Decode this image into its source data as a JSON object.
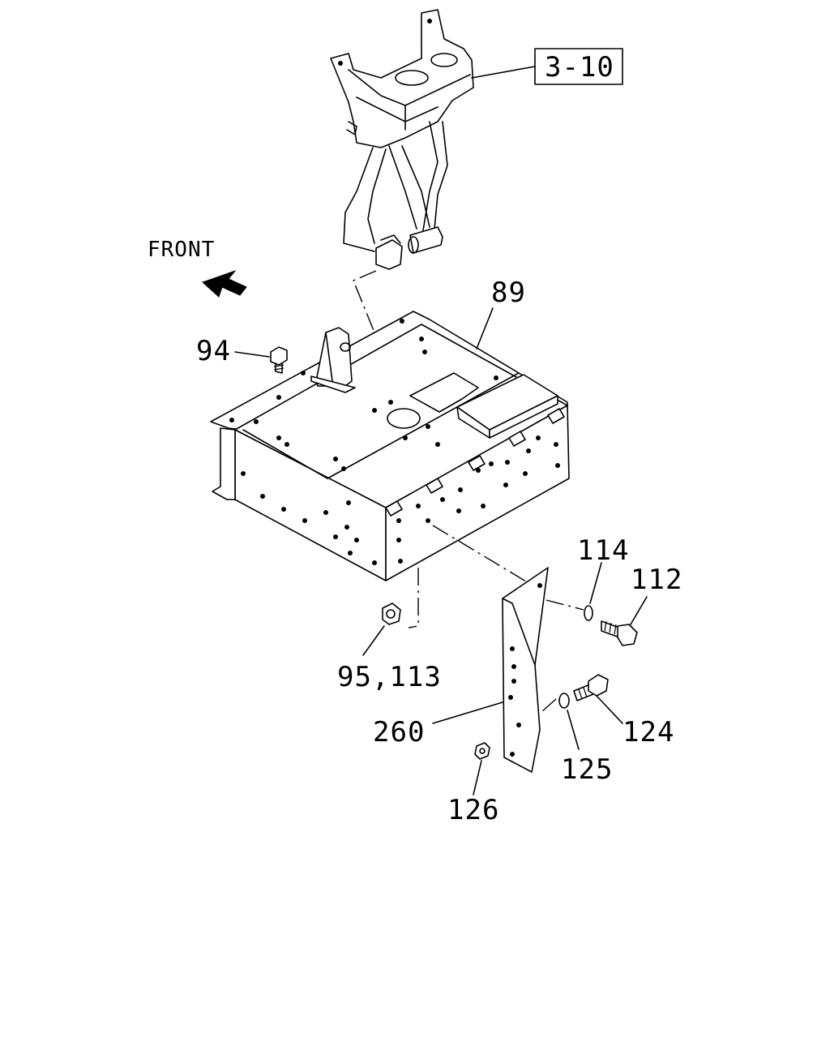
{
  "diagram": {
    "front_label": "FRONT",
    "reference_box": "3-10",
    "callouts": {
      "p89": "89",
      "p94": "94",
      "p95_113": "95,113",
      "p114": "114",
      "p112": "112",
      "p124": "124",
      "p125": "125",
      "p126": "126",
      "p260": "260"
    }
  }
}
